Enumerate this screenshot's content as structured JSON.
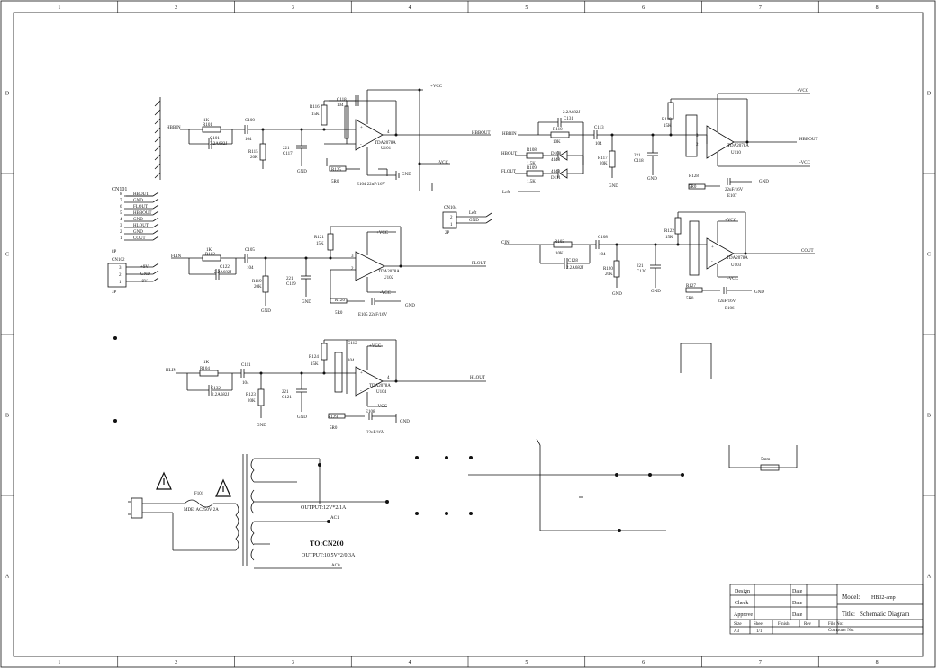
{
  "frame": {
    "cols": [
      "1",
      "2",
      "3",
      "4",
      "5",
      "6",
      "7",
      "8"
    ],
    "rows": [
      "D",
      "C",
      "B",
      "A"
    ]
  },
  "ch1": {
    "input": "HBBIN",
    "r_in": "R101",
    "r_in_val": "1K",
    "c_in": "C101",
    "c_in_val": "2.2A682J",
    "c_cpl": "C100",
    "c_cpl_val": "104",
    "r_bias": "R115",
    "r_bias_val": "20K",
    "c_flt": "C117",
    "c_flt_val": "221",
    "gnd": "GND",
    "r_fb": "R116",
    "r_fb_val": "15K",
    "c_fb": "C118",
    "c_fb_val": "104",
    "ic": "U101",
    "ic_part": "TDA2078A",
    "r_out": "R125",
    "r_out_val": "5R0",
    "c_out": "E104 22uF/16V",
    "output": "HBBOUT",
    "vcc": "+VCC",
    "vee": "-VCC",
    "pin": "4"
  },
  "ch2": {
    "input": "HBBIN",
    "r_a": "R110",
    "r_a_val": "10K",
    "c_a": "C131",
    "c_a_val": "2.2A682J",
    "r_b": "R108",
    "r_b_val": "1.5K",
    "r_c": "R109",
    "r_c_val": "1.5K",
    "in_b": "HBOUT",
    "in_c": "FLOUT",
    "d1": "D108",
    "d1_val": "4148",
    "d2": "D111",
    "d2_val": "4148",
    "c_cpl": "C113",
    "c_cpl_val": "104",
    "r_bias": "R117",
    "r_bias_val": "20K",
    "c_flt": "C118",
    "c_flt_val": "221",
    "r_fb": "R118",
    "r_fb_val": "15K",
    "ic": "U110",
    "ic_part": "TDA2078A",
    "r_out": "R128",
    "r_out_val": "5R0",
    "c_out": "22uF/16V",
    "c_out_ref": "E107",
    "output": "HBBOUT",
    "vcc": "+VCC",
    "vee": "-VCC",
    "gnd": "GND",
    "left": "Left"
  },
  "cn101": {
    "ref": "CN101",
    "pins": [
      {
        "n": "8",
        "label": "HBOUT"
      },
      {
        "n": "7",
        "label": "GND"
      },
      {
        "n": "6",
        "label": "FLOUT"
      },
      {
        "n": "5",
        "label": "HBBOUT"
      },
      {
        "n": "4",
        "label": "GND"
      },
      {
        "n": "3",
        "label": "HLOUT"
      },
      {
        "n": "2",
        "label": "GND"
      },
      {
        "n": "1",
        "label": "COUT"
      }
    ],
    "note": "8P"
  },
  "cn104": {
    "ref": "CN104",
    "p1": "2",
    "p2": "1",
    "l1": "Left",
    "l2": "GND",
    "note": "2P"
  },
  "cn102": {
    "ref": "CN102",
    "note": "3P",
    "pins": [
      {
        "n": "3",
        "label": "+9V"
      },
      {
        "n": "2",
        "label": "GND"
      },
      {
        "n": "1",
        "label": "-9V"
      }
    ]
  },
  "ch3": {
    "input": "FLIN",
    "r_in": "R102",
    "r_in_val": "1K",
    "c_in": "C122",
    "c_in_val": "2.2A682J",
    "c_cpl": "C105",
    "c_cpl_val": "104",
    "r_bias": "R119",
    "r_bias_val": "20K",
    "c_flt": "C119",
    "c_flt_val": "221",
    "r_fb": "R121",
    "r_fb_val": "15K",
    "ic": "U102",
    "ic_part": "TDA2078A",
    "r_out": "R126",
    "r_out_val": "5R0",
    "c_out": "E105 22uF/16V",
    "output": "FLOUT",
    "vcc": "+VCC",
    "vee": "-VCC",
    "gnd": "GND"
  },
  "ch4": {
    "input": "CIN",
    "r_in": "R103",
    "r_in_val": "10K",
    "c_in": "C128",
    "c_in_val": "2.2A682J",
    "c_cpl": "C108",
    "c_cpl_val": "104",
    "r_bias": "R120",
    "r_bias_val": "20K",
    "c_flt": "C120",
    "c_flt_val": "221",
    "r_fb": "R122",
    "r_fb_val": "15K",
    "ic": "U103",
    "ic_part": "TDA2078A",
    "r_out": "R127",
    "r_out_val": "5R0",
    "c_out": "22uF/16V",
    "c_out_ref": "E106",
    "output": "COUT",
    "vcc": "+VCC",
    "vee": "-VCC",
    "gnd": "GND"
  },
  "ch5": {
    "input": "HLIN",
    "r_in": "R104",
    "r_in_val": "1K",
    "c_in": "C132",
    "c_in_val": "2.2A682J",
    "c_cpl": "C111",
    "c_cpl_val": "104",
    "r_bias": "R123",
    "r_bias_val": "20K",
    "c_flt": "C121",
    "c_flt_val": "221",
    "r_fb": "R124",
    "r_fb_val": "15K",
    "c_fb": "C112",
    "c_fb_val": "104",
    "ic": "U104",
    "ic_part": "TDA2078A",
    "r_out": "R129",
    "r_out_val": "5R0",
    "c_out": "22uF/16V",
    "c_out_ref": "E108",
    "output": "HLOUT",
    "vcc": "+VCC",
    "vee": "-VCC",
    "gnd": "GND",
    "pin": "4"
  },
  "psu": {
    "fuse": "F101",
    "mains": "MDE: AC250V 2A",
    "out1": "OUTPUT:12V*2/1A",
    "ac1": "AC1",
    "to": "TO:CN200",
    "out2": "OUTPUT:10.5V*2/0.3A",
    "ac2": "AC0"
  },
  "misc": {
    "res_label": "5mm"
  },
  "titleblock": {
    "design": "Design",
    "check": "Check",
    "approve": "Approve",
    "date": "Date",
    "model_label": "Model:",
    "model": "HB32-amp",
    "title_label": "Title:",
    "title": "Schematic Diagram",
    "size": "Size",
    "sheet": "Sheet",
    "finish": "Finish",
    "rev": "Rev",
    "file_no": "File No:",
    "computer_no": "Computer No:",
    "size_val": "A3",
    "sheet_val": "1/1"
  }
}
